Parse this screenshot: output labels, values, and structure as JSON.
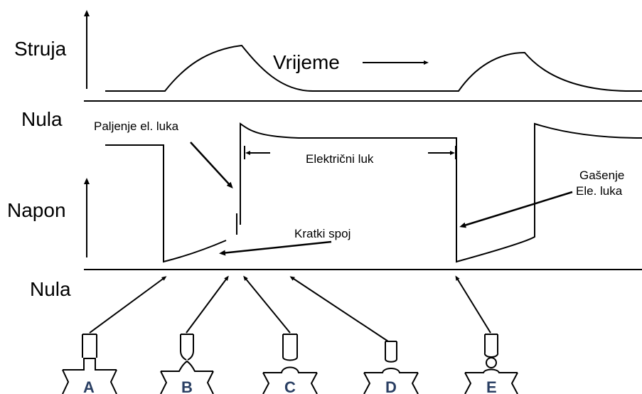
{
  "labels": {
    "current": "Struja",
    "time": "Vrijeme",
    "zero_top": "Nula",
    "zero_bottom": "Nula",
    "voltage": "Napon",
    "arc_ignition": "Paljenje el. luka",
    "electric_arc": "Električni luk",
    "short_circuit": "Kratki spoj",
    "arc_extinction_line1": "Gašenje",
    "arc_extinction_line2": "Ele. luka"
  },
  "stages": [
    "A",
    "B",
    "C",
    "D",
    "E"
  ]
}
